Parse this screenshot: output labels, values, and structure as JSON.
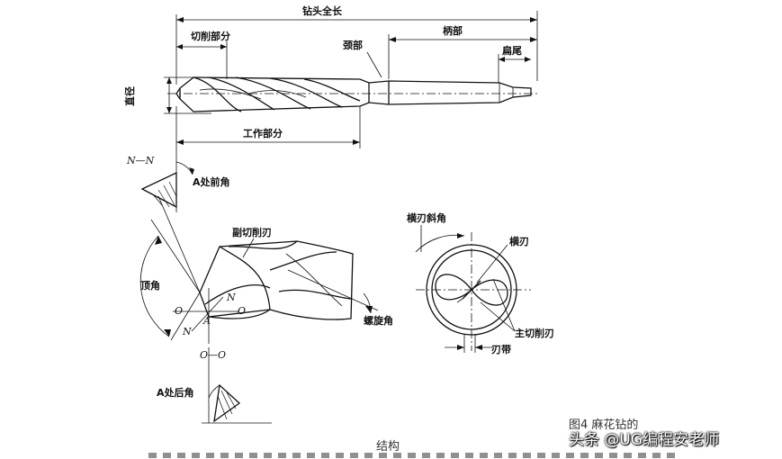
{
  "labels": {
    "total_length": "钻头全长",
    "cutting_part": "切削部分",
    "neck": "颈部",
    "shank": "柄部",
    "tang": "扁尾",
    "diameter": "直径",
    "working_part": "工作部分",
    "nn": "N—N",
    "rake_angle_a": "A处前角",
    "secondary_edge": "副切削刃",
    "point_angle": "顶角",
    "n_upper": "N",
    "n_lower": "N",
    "o_left": "O",
    "o_right": "O",
    "a_point": "A",
    "helix_angle": "螺旋角",
    "oo": "O—O",
    "relief_angle_a": "A处后角",
    "chisel_angle": "横刃斜角",
    "chisel_edge": "横刃",
    "main_edge": "主切削刃",
    "land": "刃带"
  },
  "captions": {
    "figure": "图4 麻花钻的",
    "structure": "结构"
  },
  "watermark": "头条 @UG编程安老师"
}
